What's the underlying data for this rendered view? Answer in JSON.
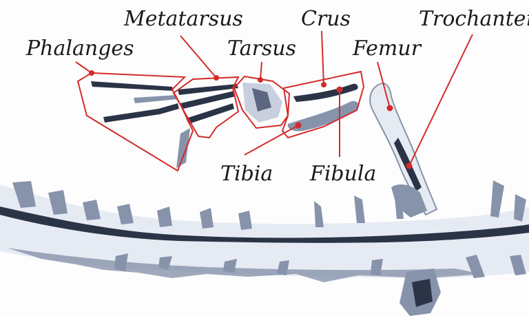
{
  "labels": {
    "phalanges": "Phalanges",
    "metatarsus": "Metatarsus",
    "tarsus": "Tarsus",
    "crus": "Crus",
    "femur": "Femur",
    "trochanter": "Trochanter",
    "tibia": "Tibia",
    "fibula": "Fibula"
  },
  "colors": {
    "annotation": "#d42a2a",
    "bone_fill": "#e6ebf3",
    "bone_shadow": "#2b3446",
    "bone_mid": "#8793ab",
    "text": "#1a1a1a"
  }
}
